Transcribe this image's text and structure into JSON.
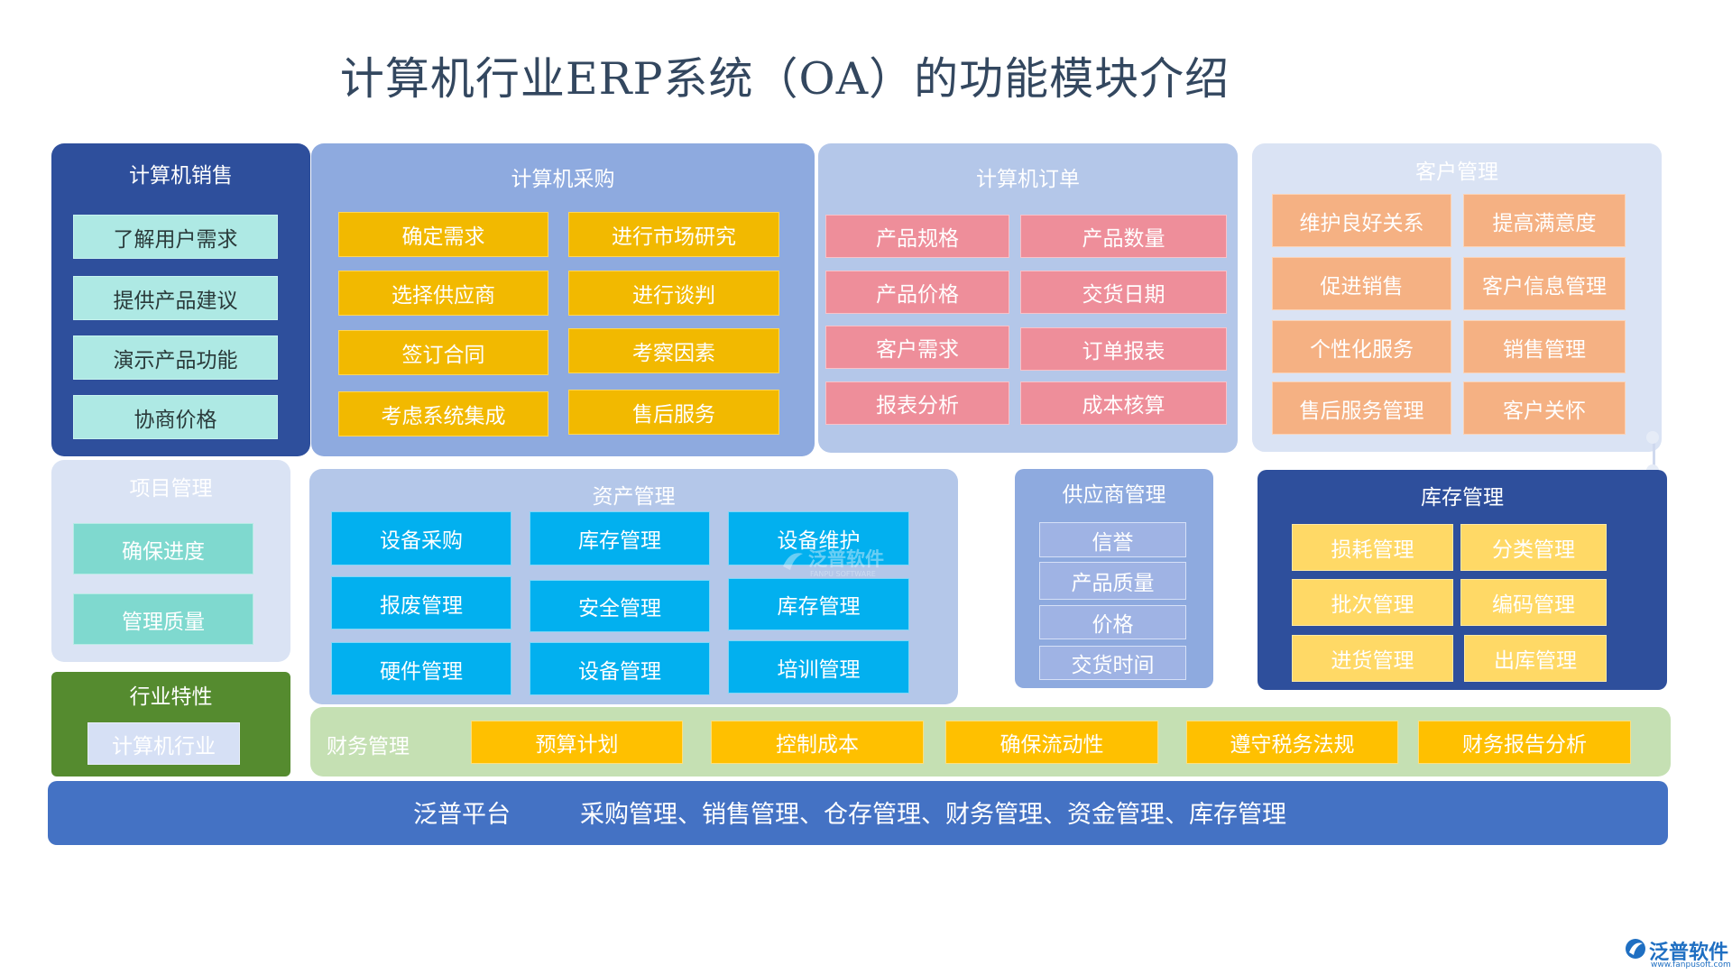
{
  "title": "计算机行业ERP系统（OA）的功能模块介绍",
  "colors": {
    "sales_panel": "#2e4f9c",
    "purchase_panel": "#8eaadf",
    "order_panel": "#b4c7e9",
    "customer_panel": "#dae3f4",
    "project_panel": "#dae3f4",
    "industry_panel": "#558b2f",
    "asset_panel": "#b4c7e9",
    "supplier_panel": "#8eaadf",
    "inventory_panel": "#2e4f9c",
    "finance_panel": "#c5e0b3",
    "platform_bar": "#4472c4"
  },
  "sales": {
    "title": "计算机销售",
    "items": [
      "了解用户需求",
      "提供产品建议",
      "演示产品功能",
      "协商价格"
    ]
  },
  "purchase": {
    "title": "计算机采购",
    "items": [
      "确定需求",
      "进行市场研究",
      "选择供应商",
      "进行谈判",
      "签订合同",
      "考察因素",
      "考虑系统集成",
      "售后服务"
    ]
  },
  "order": {
    "title": "计算机订单",
    "items": [
      "产品规格",
      "产品数量",
      "产品价格",
      "交货日期",
      "客户需求",
      "订单报表",
      "报表分析",
      "成本核算"
    ]
  },
  "customer": {
    "title": "客户管理",
    "items": [
      "维护良好关系",
      "提高满意度",
      "促进销售",
      "客户信息管理",
      "个性化服务",
      "销售管理",
      "售后服务管理",
      "客户关怀"
    ]
  },
  "project": {
    "title": "项目管理",
    "items": [
      "确保进度",
      "管理质量"
    ]
  },
  "industry": {
    "title": "行业特性",
    "items": [
      "计算机行业"
    ]
  },
  "asset": {
    "title": "资产管理",
    "items": [
      "设备采购",
      "库存管理",
      "设备维护",
      "报废管理",
      "安全管理",
      "库存管理",
      "硬件管理",
      "设备管理",
      "培训管理"
    ]
  },
  "supplier": {
    "title": "供应商管理",
    "items": [
      "信誉",
      "产品质量",
      "价格",
      "交货时间"
    ]
  },
  "inventory": {
    "title": "库存管理",
    "items": [
      "损耗管理",
      "分类管理",
      "批次管理",
      "编码管理",
      "进货管理",
      "出库管理"
    ]
  },
  "finance": {
    "title": "财务管理",
    "items": [
      "预算计划",
      "控制成本",
      "确保流动性",
      "遵守税务法规",
      "财务报告分析"
    ]
  },
  "platform": {
    "name": "泛普平台",
    "modules": "采购管理、销售管理、仓存管理、财务管理、资金管理、库存管理"
  },
  "watermark": {
    "name": "泛普软件",
    "sub": "FANPU SOFTWARE"
  },
  "footer_logo": {
    "name": "泛普软件",
    "url": "www.fanpusoft.com"
  }
}
